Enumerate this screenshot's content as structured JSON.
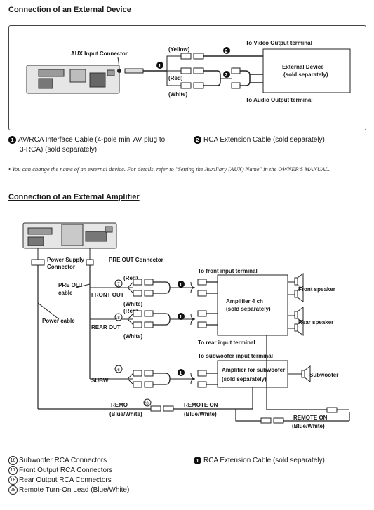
{
  "section1": {
    "title": "Connection of an External Device",
    "labels": {
      "aux_input": "AUX Input Connector",
      "to_video": "To Video Output terminal",
      "to_audio": "To Audio Output terminal",
      "yellow": "(Yellow)",
      "red": "(Red)",
      "white": "(White)",
      "external_device_1": "External Device",
      "external_device_2": "(sold separately)"
    },
    "markers": [
      "1",
      "2",
      "2"
    ],
    "legend": [
      {
        "marker": "1",
        "text_1": "AV/RCA Interface Cable (4-pole mini AV plug to",
        "text_2": "3-RCA) (sold separately)"
      },
      {
        "marker": "2",
        "text_1": "RCA Extension Cable (sold separately)"
      }
    ],
    "note": "• You can change the name of an external device. For details, refer to \"Setting the Auxiliary (AUX) Name\" in the OWNER'S MANUAL."
  },
  "section2": {
    "title": "Connection of an External Amplifier",
    "labels": {
      "power_supply_1": "Power Supply",
      "power_supply_2": "Connector",
      "pre_out_connector": "PRE OUT Connector",
      "pre_out_cable_1": "PRE OUT",
      "pre_out_cable_2": "cable",
      "power_cable": "Power cable",
      "front_out": "FRONT OUT",
      "rear_out": "REAR OUT",
      "subw": "SUBW",
      "red_1": "(Red)",
      "white_1": "(White)",
      "red_2": "(Red)",
      "white_2": "(White)",
      "to_front_input": "To front input terminal",
      "to_rear_input": "To rear input terminal",
      "to_subwoofer_input": "To subwoofer input terminal",
      "amp4_1": "Amplifier 4 ch",
      "amp4_2": "(sold separately)",
      "ampsub_1": "Amplifier for subwoofer",
      "ampsub_2": "(sold separately)",
      "front_speaker": "Front speaker",
      "rear_speaker": "Rear speaker",
      "subwoofer": "Subwoofer",
      "remo": "REMO",
      "remo_color": "(Blue/White)",
      "remote_on_1": "REMOTE ON",
      "remote_on_1_color": "(Blue/White)",
      "remote_on_2": "REMOTE ON",
      "remote_on_2_color": "(Blue/White)"
    },
    "callouts": {
      "front": "17",
      "rear": "18",
      "subw": "16",
      "remo": "28"
    },
    "markers": [
      "1",
      "1",
      "1"
    ],
    "legend_left": [
      {
        "num": "16",
        "text": "Subwoofer RCA Connectors"
      },
      {
        "num": "17",
        "text": "Front Output RCA Connectors"
      },
      {
        "num": "18",
        "text": "Rear Output RCA Connectors"
      },
      {
        "num": "28",
        "text": "Remote Turn-On Lead (Blue/White)"
      }
    ],
    "legend_right": {
      "marker": "1",
      "text": "RCA Extension Cable (sold separately)"
    }
  }
}
